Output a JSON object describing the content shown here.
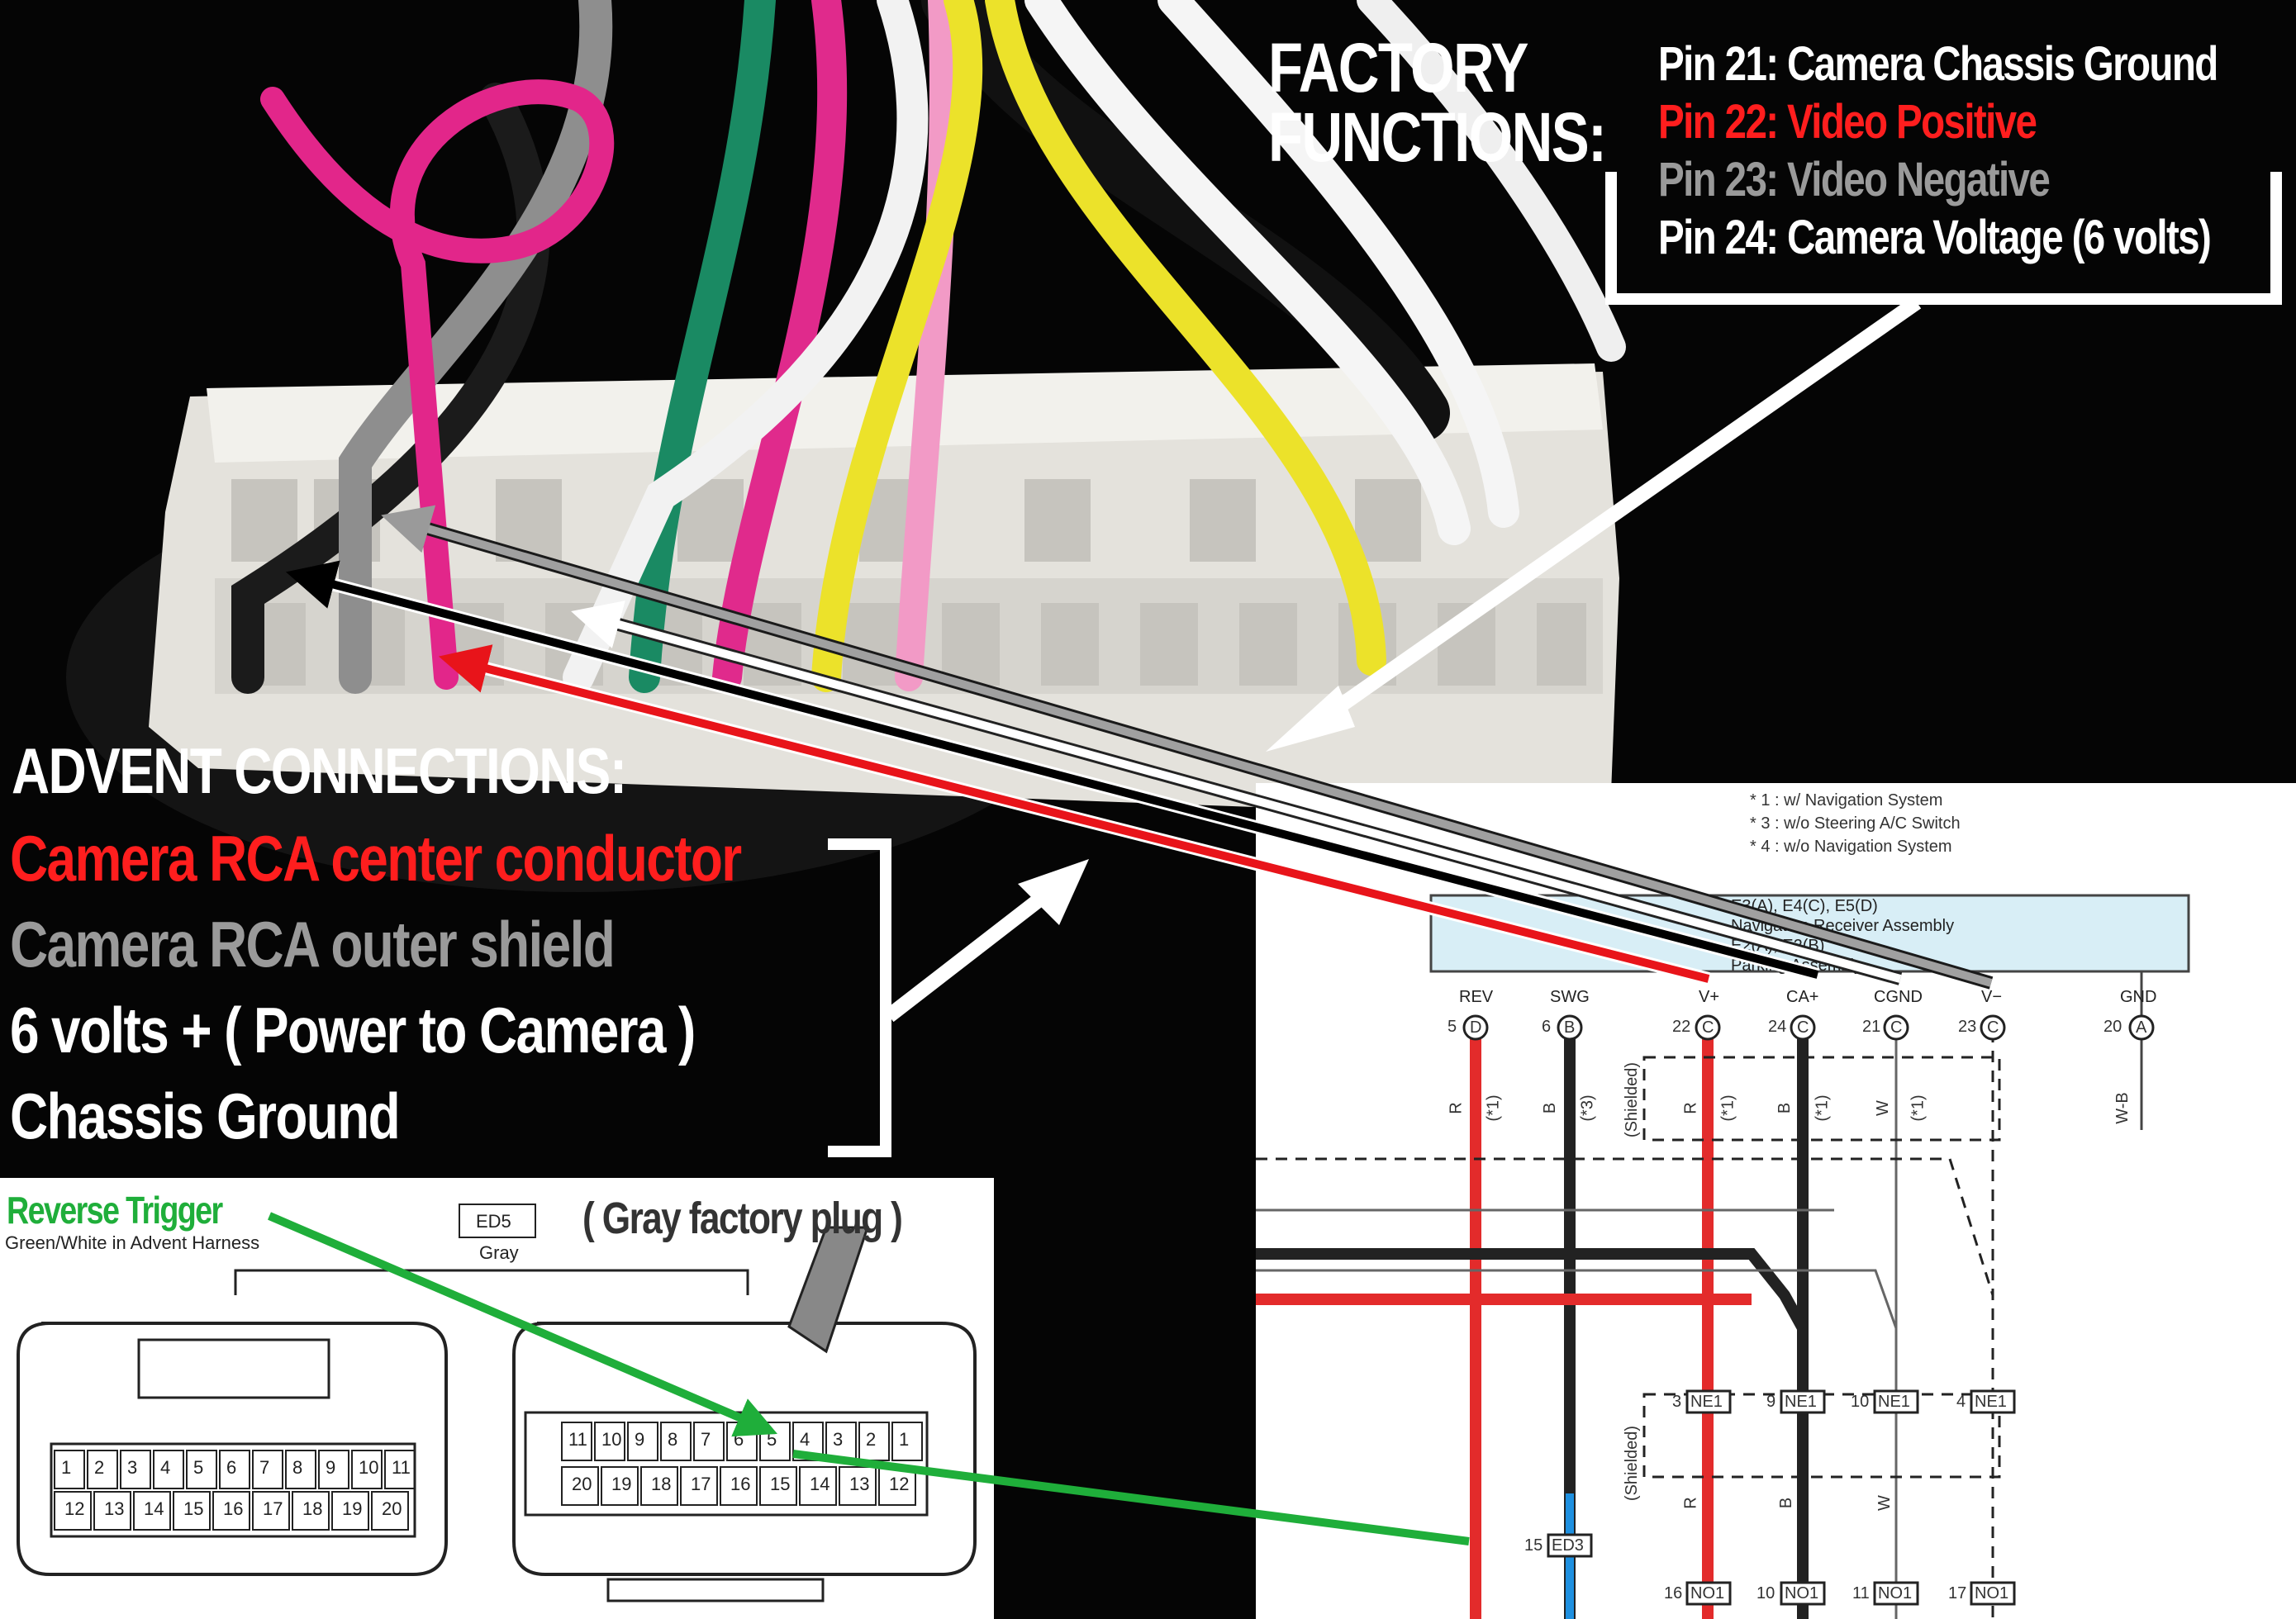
{
  "factory": {
    "title_line1": "FACTORY",
    "title_line2": "FUNCTIONS:",
    "pins": [
      {
        "text": "Pin 21: Camera Chassis Ground",
        "color": "#ffffff"
      },
      {
        "text": "Pin 22: Video Positive",
        "color": "#ff1e1e"
      },
      {
        "text": "Pin 23: Video Negative",
        "color": "#9a9a9a"
      },
      {
        "text": "Pin 24: Camera Voltage (6 volts)",
        "color": "#ffffff"
      }
    ]
  },
  "advent": {
    "title": "ADVENT CONNECTIONS:",
    "items": [
      {
        "text": "Camera RCA center conductor",
        "color": "#ff1e1e"
      },
      {
        "text": "Camera RCA outer shield",
        "color": "#9a9a9a"
      },
      {
        "text": "6 volts + ( Power to Camera )",
        "color": "#ffffff"
      },
      {
        "text": "Chassis Ground",
        "color": "#ffffff"
      }
    ]
  },
  "reverse": {
    "title": "Reverse Trigger",
    "subtitle": "Green/White in Advent Harness",
    "color": "#1fae3a"
  },
  "plug": {
    "callout": "( Gray factory plug )",
    "connector_code": "ED5",
    "connector_color": "Gray",
    "left_connector": {
      "top_row": [
        "1",
        "2",
        "3",
        "4",
        "5",
        "6",
        "7",
        "8",
        "9",
        "10",
        "11"
      ],
      "bottom_row": [
        "12",
        "13",
        "14",
        "15",
        "16",
        "17",
        "18",
        "19",
        "20"
      ]
    },
    "right_connector": {
      "top_row": [
        "11",
        "10",
        "9",
        "8",
        "7",
        "6",
        "5",
        "4",
        "3",
        "2",
        "1"
      ],
      "bottom_row": [
        "20",
        "19",
        "18",
        "17",
        "16",
        "15",
        "14",
        "13",
        "12"
      ]
    }
  },
  "schematic": {
    "notes": [
      "* 1 : w/ Navigation System",
      "* 3 : w/o Steering A/C Switch",
      "* 4 : w/o Navigation System"
    ],
    "assembly_line1": "E3(A), E4(C), E5(D)",
    "assembly_line2": "Navigation Receiver Assembly",
    "assembly_line3": "E2(A), E2(B)",
    "assembly_line4": "Parking Assembly",
    "terminals": [
      {
        "label": "REV",
        "pin": "5",
        "letter": "D"
      },
      {
        "label": "SWG",
        "pin": "6",
        "letter": "B"
      },
      {
        "label": "V+",
        "pin": "22",
        "letter": "C"
      },
      {
        "label": "CA+",
        "pin": "24",
        "letter": "C"
      },
      {
        "label": "CGND",
        "pin": "21",
        "letter": "C"
      },
      {
        "label": "V−",
        "pin": "23",
        "letter": "C"
      },
      {
        "label": "GND",
        "pin": "20",
        "letter": "A"
      }
    ],
    "wire_codes": [
      "R",
      "(*1)",
      "B",
      "(*3)",
      "(Shielded)",
      "R",
      "(*1)",
      "B",
      "(*1)",
      "W",
      "(*1)",
      "W-B"
    ],
    "ne1": [
      {
        "pin": "3",
        "code": "NE1"
      },
      {
        "pin": "9",
        "code": "NE1"
      },
      {
        "pin": "10",
        "code": "NE1"
      },
      {
        "pin": "4",
        "code": "NE1"
      }
    ],
    "lower_shielded": "(Shielded)",
    "lower_codes": [
      "R",
      "B",
      "W"
    ],
    "ed3": {
      "pin": "15",
      "code": "ED3"
    },
    "no1": [
      {
        "pin": "16",
        "code": "NO1"
      },
      {
        "pin": "10",
        "code": "NO1"
      },
      {
        "pin": "11",
        "code": "NO1"
      },
      {
        "pin": "17",
        "code": "NO1"
      }
    ]
  }
}
